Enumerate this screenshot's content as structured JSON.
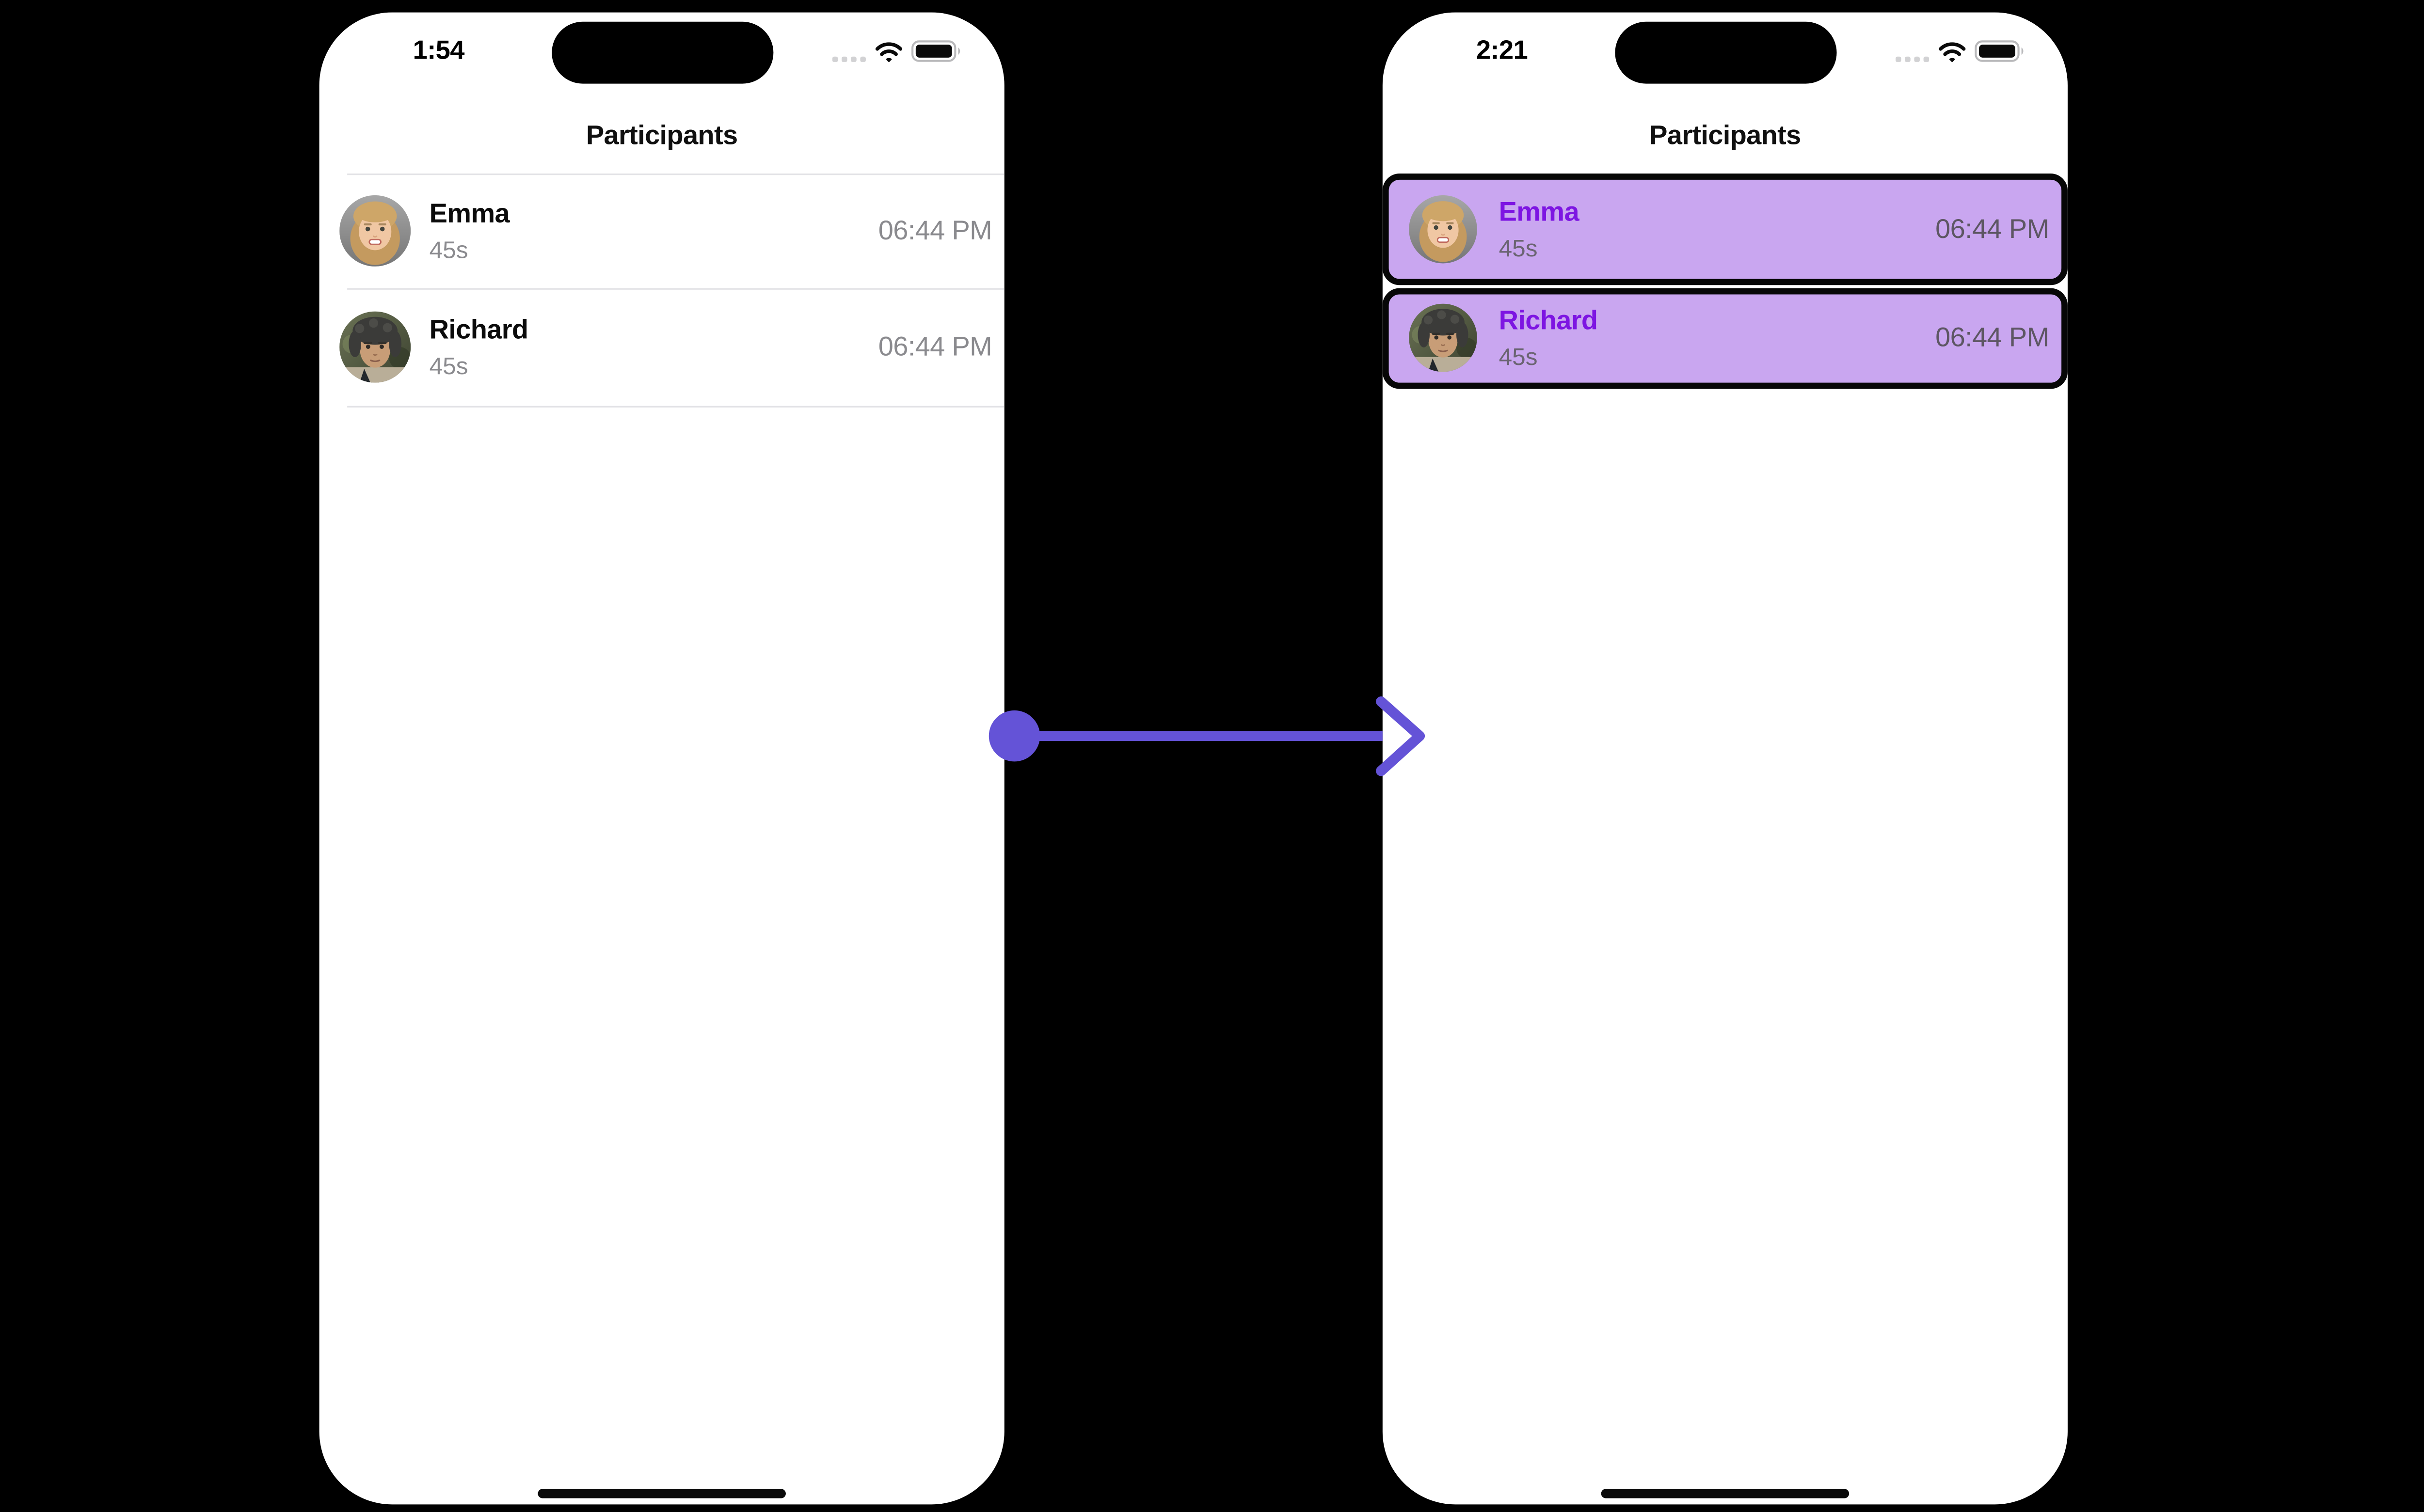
{
  "canvas": {
    "background": "#000000"
  },
  "transition_arrow": {
    "color": "#6453D7",
    "direction": "right",
    "icon": "arrow-right-icon"
  },
  "phone_before": {
    "status_bar": {
      "time": "1:54",
      "icons": [
        "cellular-dots-icon",
        "wifi-icon",
        "battery-icon"
      ]
    },
    "header": {
      "title": "Participants"
    },
    "participants": [
      {
        "name": "Emma",
        "duration": "45s",
        "time": "06:44 PM",
        "avatar": "emma-avatar-photo"
      },
      {
        "name": "Richard",
        "duration": "45s",
        "time": "06:44 PM",
        "avatar": "richard-avatar-photo"
      }
    ]
  },
  "phone_after": {
    "status_bar": {
      "time": "2:21",
      "icons": [
        "cellular-dots-icon",
        "wifi-icon",
        "battery-icon"
      ]
    },
    "header": {
      "title": "Participants"
    },
    "selection_style": {
      "row_background": "#C9A6F0",
      "row_border": "#070707",
      "name_color": "#7D15E2"
    },
    "participants": [
      {
        "name": "Emma",
        "duration": "45s",
        "time": "06:44 PM",
        "avatar": "emma-avatar-photo"
      },
      {
        "name": "Richard",
        "duration": "45s",
        "time": "06:44 PM",
        "avatar": "richard-avatar-photo"
      }
    ]
  }
}
